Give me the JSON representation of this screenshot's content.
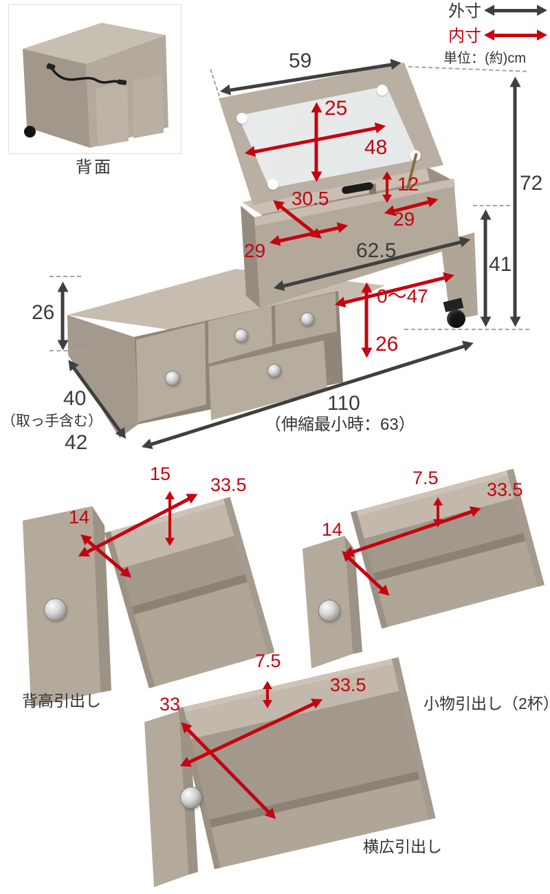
{
  "legend": {
    "outer_label": "外寸",
    "inner_label": "内寸",
    "unit_note": "単位：(約)cm",
    "outer_color": "#3f3f3f",
    "inner_color": "#c50310"
  },
  "photo": {
    "caption": "背面"
  },
  "main": {
    "lid_width": "59",
    "mirror_height": "25",
    "mirror_width": "48",
    "tray_depth_right": "12",
    "tray_left_width": "30.5",
    "tray_right_width": "29",
    "tray_depth": "29",
    "tabletop_width": "62.5",
    "total_height": "72",
    "table_height": "41",
    "slide_range": "0～47",
    "under_clearance": "26",
    "chest_height": "26",
    "depth": "40",
    "depth_note": "（取っ手含む）",
    "depth_with_handle": "42",
    "total_width": "110",
    "width_note": "（伸縮最小時：63）"
  },
  "drawer_tall": {
    "label": "背高引出し",
    "height": "15",
    "length": "33.5",
    "width": "14"
  },
  "drawer_small": {
    "label": "小物引出し（2杯）",
    "height": "7.5",
    "length": "33.5",
    "width": "14"
  },
  "drawer_wide": {
    "label": "横広引出し",
    "height": "7.5",
    "length": "33.5",
    "width": "33"
  }
}
